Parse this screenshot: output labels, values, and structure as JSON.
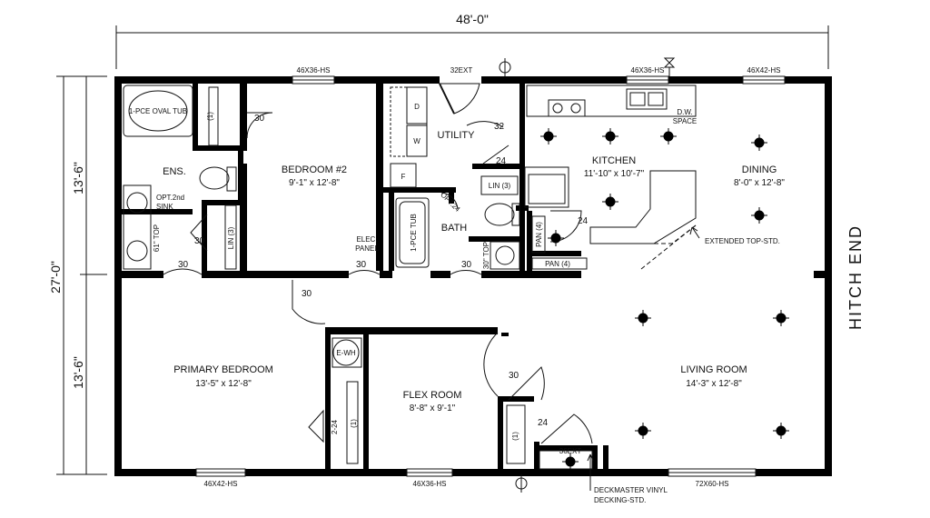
{
  "overall": {
    "width_dim": "48'-0\"",
    "height_dim": "27'-0\"",
    "height_upper_dim": "13'-6\"",
    "height_lower_dim": "13'-6\"",
    "hitch_end": "HITCH END"
  },
  "rooms": {
    "bedroom2": {
      "name": "BEDROOM #2",
      "size": "9'-1\" x 12'-8\""
    },
    "kitchen": {
      "name": "KITCHEN",
      "size": "11'-10\" x 10'-7\""
    },
    "dining": {
      "name": "DINING",
      "size": "8'-0\" x 12'-8\""
    },
    "primary_bedroom": {
      "name": "PRIMARY BEDROOM",
      "size": "13'-5\" x 12'-8\""
    },
    "flex_room": {
      "name": "FLEX ROOM",
      "size": "8'-8\" x 9'-1\""
    },
    "living_room": {
      "name": "LIVING ROOM",
      "size": "14'-3\" x 12'-8\""
    },
    "ens": {
      "name": "ENS."
    },
    "utility": {
      "name": "UTILITY"
    },
    "bath": {
      "name": "BATH"
    }
  },
  "windows": {
    "top_bed2": "46X36-HS",
    "top_kitchen": "46X36-HS",
    "top_dining": "46X42-HS",
    "bottom_primary": "46X42-HS",
    "bottom_flex": "46X36-HS",
    "bottom_living": "72X60-HS"
  },
  "exterior_doors": {
    "top": "32EXT",
    "bottom": "36EXT"
  },
  "fixtures": {
    "oval_tub": "1-PCE OVAL TUB",
    "opt_sink": [
      "OPT.2nd",
      "SINK"
    ],
    "top61": "61\" TOP",
    "top30": "30\" TOP",
    "tub": "1-PCE TUB",
    "washer": "W",
    "dryer": "D",
    "fridge": "F",
    "dw": [
      "D.W.",
      "SPACE"
    ],
    "ewh": "E-WH",
    "elec_panel": [
      "ELEC.",
      "PANEL"
    ],
    "extended_top": "EXTENDED TOP-STD.",
    "deck": [
      "DECKMASTER VINYL",
      "DECKING-STD."
    ]
  },
  "storage": {
    "lin_bed": "LIN (3)",
    "lin_util": "LIN (3)",
    "pan_v": "PAN (4)",
    "pan_h": "PAN (4)",
    "shelf": "(1)",
    "opt24": "OPT.24"
  },
  "door_sizes": {
    "d30": "30",
    "d32": "32",
    "d24": "24",
    "d2_24": "2-24"
  }
}
